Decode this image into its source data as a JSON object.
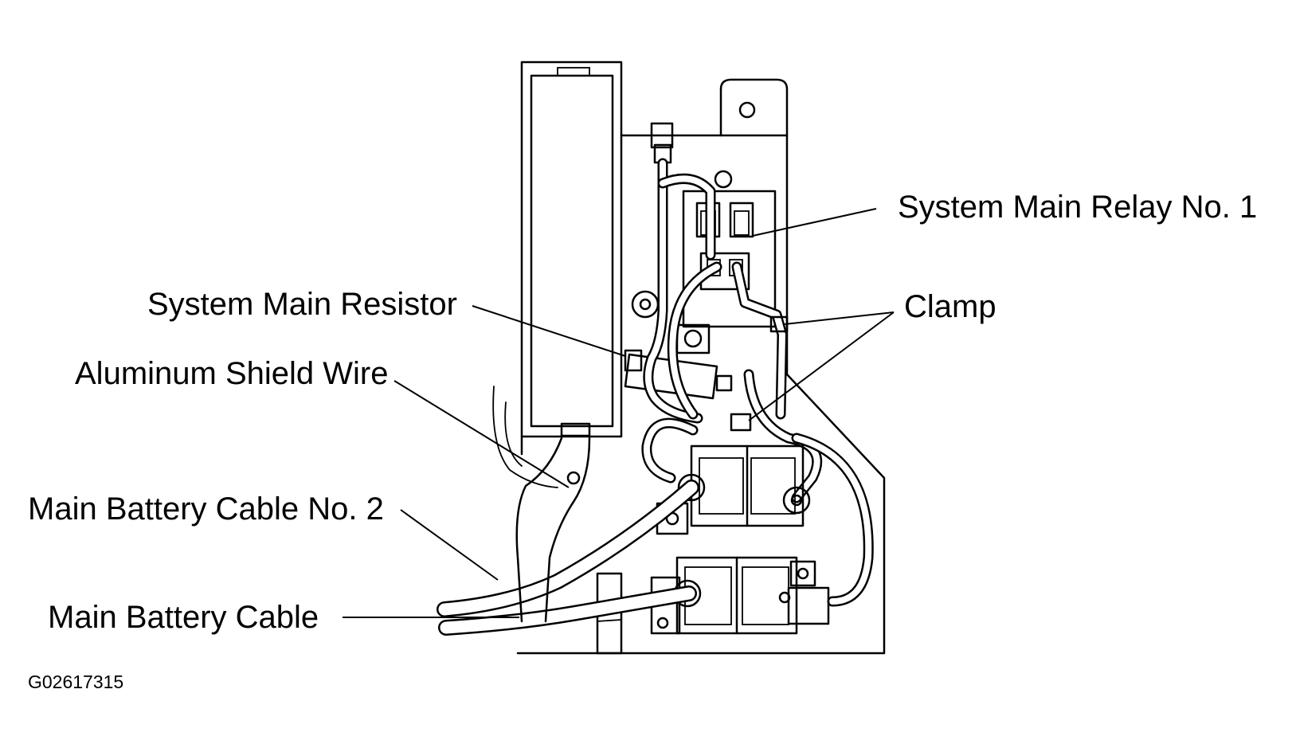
{
  "labels": {
    "relay": "System Main Relay No. 1",
    "resistor": "System Main Resistor",
    "clamp": "Clamp",
    "shield_wire": "Aluminum Shield Wire",
    "cable_no2": "Main Battery Cable No. 2",
    "cable": "Main Battery Cable"
  },
  "figure_id": "G02617315"
}
